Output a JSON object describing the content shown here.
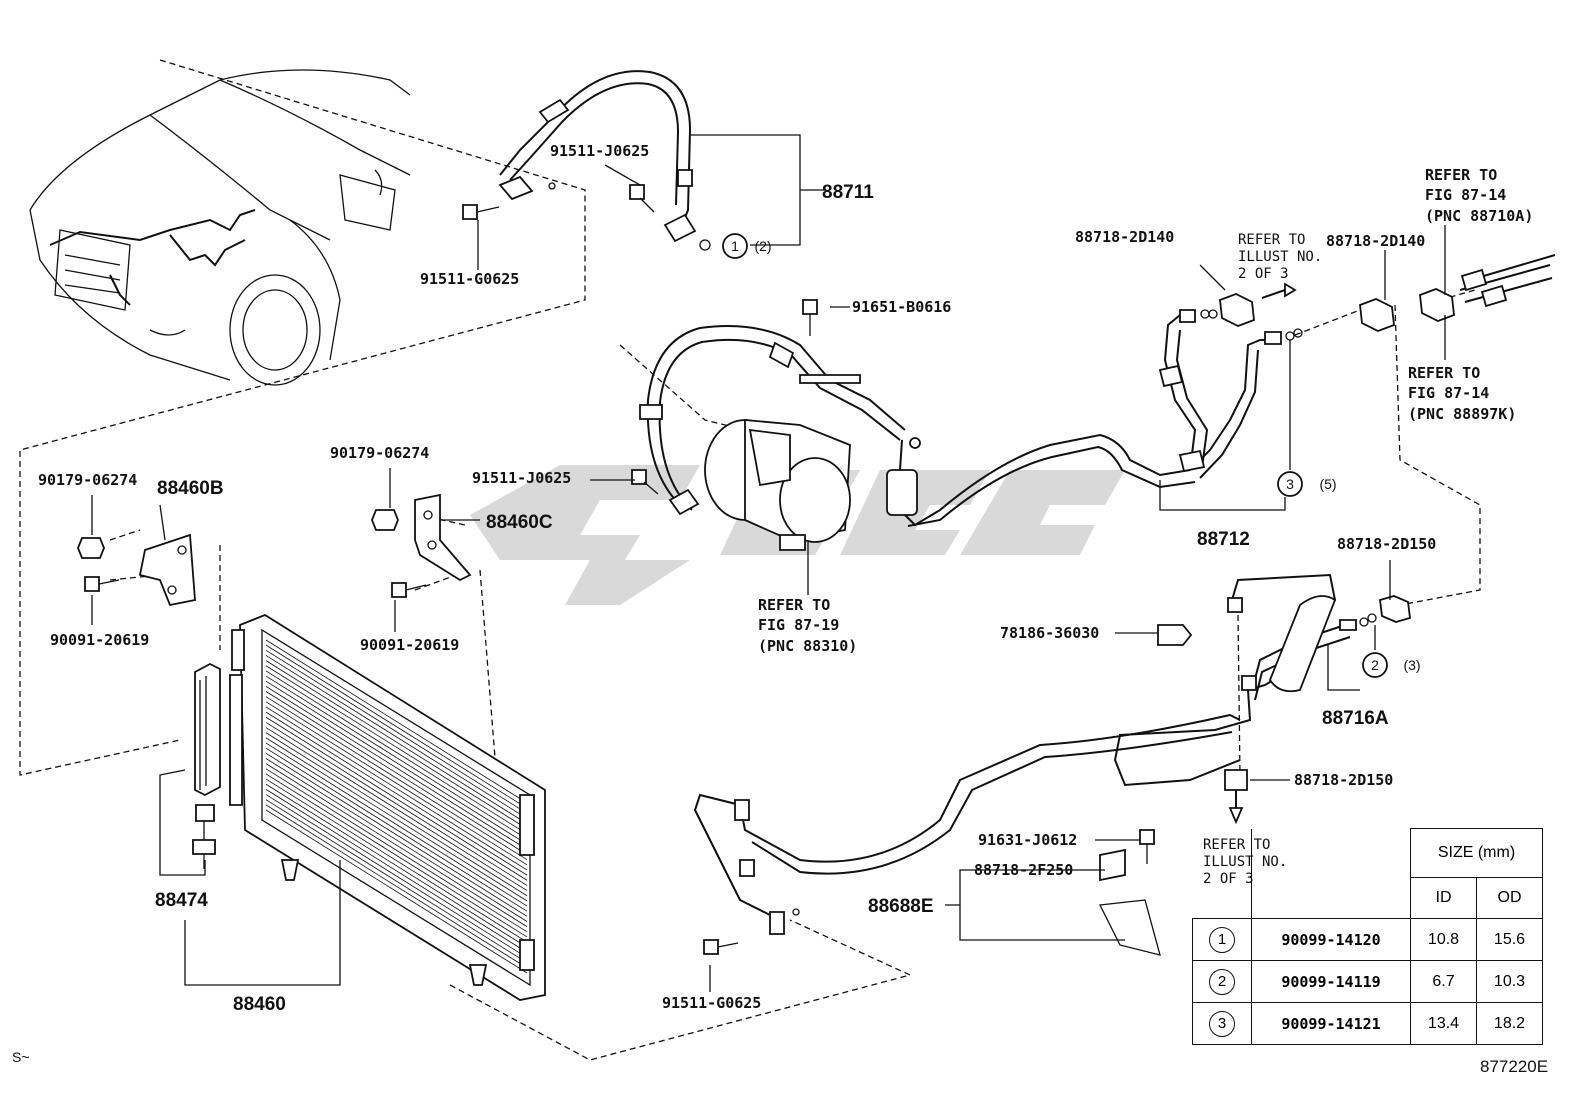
{
  "labels": {
    "p_91511_J0625_top": "91511-J0625",
    "p_88711": "88711",
    "p_91511_G0625_top": "91511-G0625",
    "p_circle1": "1",
    "p_qty2": "(2)",
    "p_91651_B0616": "91651-B0616",
    "p_88718_2D140_left": "88718-2D140",
    "p_88718_2D140_right": "88718-2D140",
    "p_90179_06274_left": "90179-06274",
    "p_88460B": "88460B",
    "p_90179_06274_mid": "90179-06274",
    "p_91511_J0625_mid": "91511-J0625",
    "p_88460C": "88460C",
    "p_90091_20619_left": "90091-20619",
    "p_90091_20619_mid": "90091-20619",
    "p_circle3": "3",
    "p_qty5": "(5)",
    "p_88712": "88712",
    "p_88718_2D150_top": "88718-2D150",
    "p_78186_36030": "78186-36030",
    "p_circle2": "2",
    "p_qty3": "(3)",
    "p_88716A": "88716A",
    "p_88718_2D150_bottom": "88718-2D150",
    "p_88474": "88474",
    "p_88460": "88460",
    "p_91631_J0612": "91631-J0612",
    "p_88718_2F250": "88718-2F250",
    "p_88688E": "88688E",
    "p_91511_G0625_bottom": "91511-G0625"
  },
  "refs": {
    "compressor": [
      "REFER TO",
      "FIG 87-19",
      "(PNC 88310)"
    ],
    "illust_top": [
      "REFER TO",
      "ILLUST NO.",
      "2 OF 3"
    ],
    "illust_bottom": [
      "REFER TO",
      "ILLUST NO.",
      "2 OF 3"
    ],
    "fig_88710A": [
      "REFER TO",
      "FIG 87-14",
      "(PNC 88710A)"
    ],
    "fig_88897K": [
      "REFER TO",
      "FIG 87-14",
      "(PNC 88897K)"
    ]
  },
  "table": {
    "size_header": "SIZE (mm)",
    "id_header": "ID",
    "od_header": "OD",
    "rows": [
      {
        "no": "1",
        "part": "90099-14120",
        "id": "10.8",
        "od": "15.6"
      },
      {
        "no": "2",
        "part": "90099-14119",
        "id": "6.7",
        "od": "10.3"
      },
      {
        "no": "3",
        "part": "90099-14121",
        "id": "13.4",
        "od": "18.2"
      }
    ]
  },
  "footer": {
    "left_mark": "S~",
    "figure_code": "877220E"
  },
  "colors": {
    "ink": "#111111",
    "watermark": "#d0d0d0"
  }
}
